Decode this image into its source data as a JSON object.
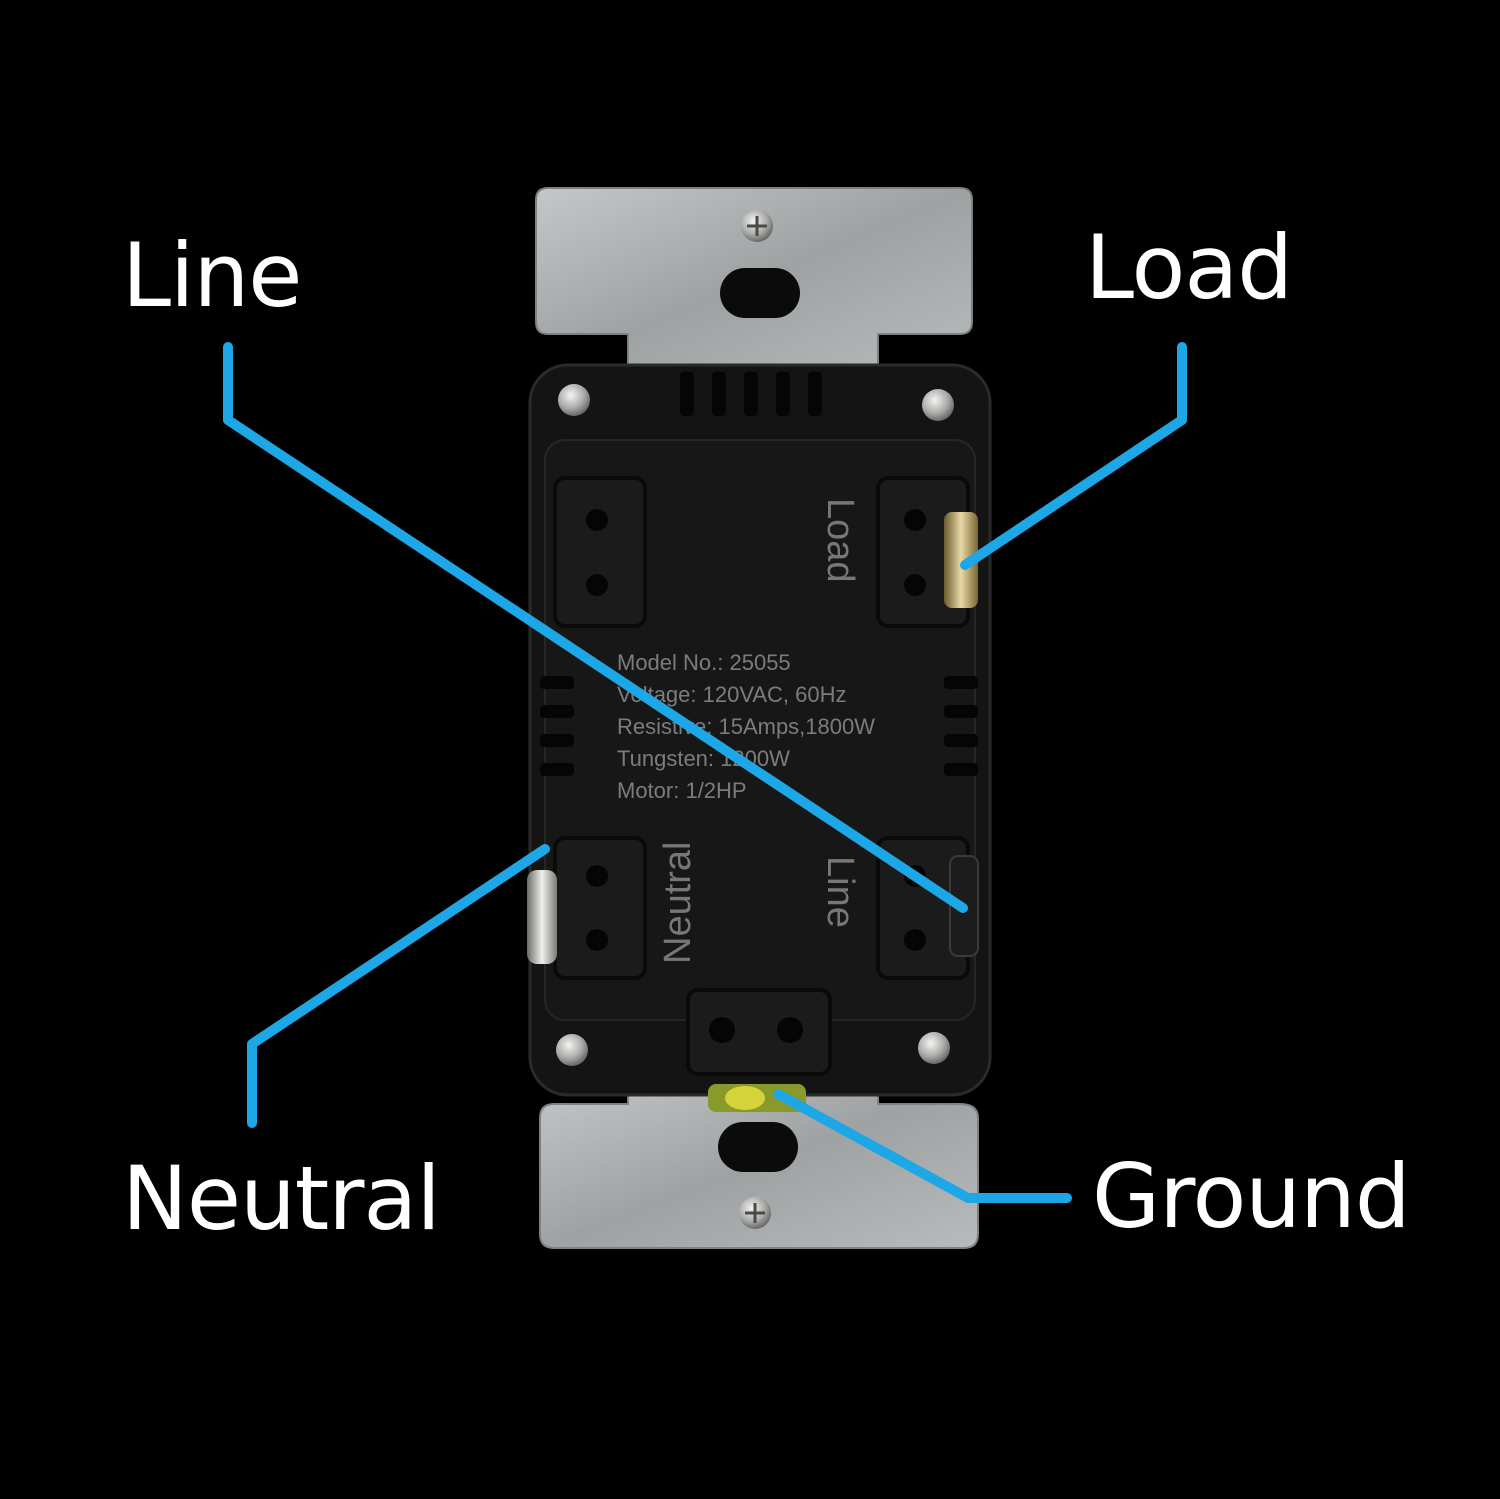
{
  "colors": {
    "background": "#000000",
    "callout_line": "#1ea7e6",
    "callout_text": "#ffffff",
    "device_body": "#121212",
    "mounting_strap": "#a9adae"
  },
  "callouts": {
    "line": "Line",
    "load": "Load",
    "neutral": "Neutral",
    "ground": "Ground"
  },
  "device": {
    "terminal_load": "Load",
    "terminal_line": "Line",
    "terminal_neutral": "Neutral",
    "spec_model": "Model No.: 25055",
    "spec_voltage": "Voltage: 120VAC, 60Hz",
    "spec_resistive": "Resistive: 15Amps,1800W",
    "spec_tungsten": "Tungsten: 1200W",
    "spec_motor": "Motor: 1/2HP"
  }
}
